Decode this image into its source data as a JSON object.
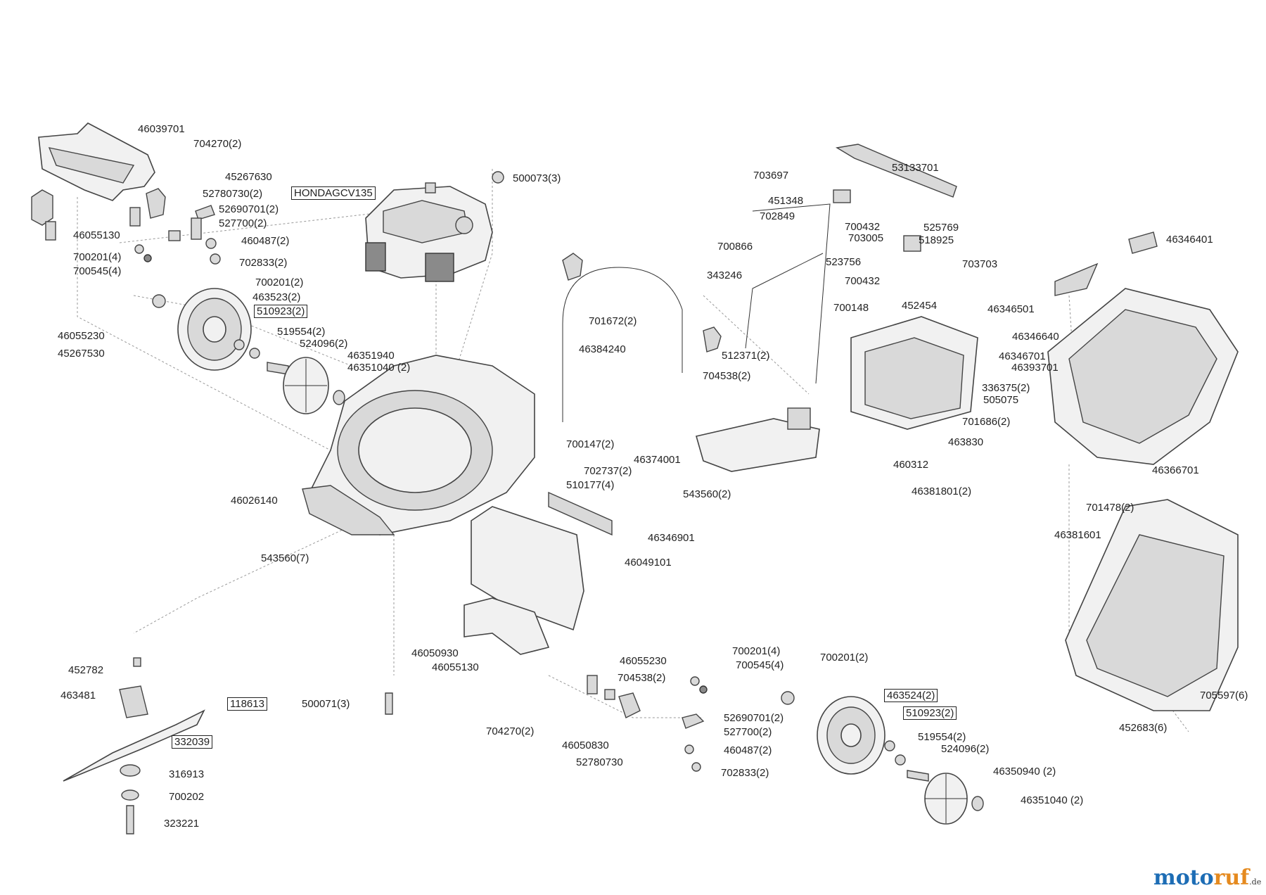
{
  "labels": {
    "p46039701": "46039701",
    "p704270_2a": "704270(2)",
    "p45267630": "45267630",
    "p52780730_2": "52780730(2)",
    "engine": "HONDAGCV135",
    "p52690701_2a": "52690701(2)",
    "p527700_2a": "527700(2)",
    "p46055130a": "46055130",
    "p460487_2a": "460487(2)",
    "p700201_4a": "700201(4)",
    "p700545_4a": "700545(4)",
    "p702833_2a": "702833(2)",
    "p700201_2a": "700201(2)",
    "p463523_2": "463523(2)",
    "p510923_2a": "510923(2)",
    "p519554_2a": "519554(2)",
    "p524096_2a": "524096(2)",
    "p46351940": "46351940",
    "p46351040_2a": "46351040 (2)",
    "p46055230a": "46055230",
    "p45267530": "45267530",
    "p500073_3": "500073(3)",
    "p701672_2": "701672(2)",
    "p46384240": "46384240",
    "p512371_2": "512371(2)",
    "p704538_2a": "704538(2)",
    "p703697": "703697",
    "p451348": "451348",
    "p702849": "702849",
    "p53133701": "53133701",
    "p700432a": "700432",
    "p703005": "703005",
    "p525769": "525769",
    "p518925": "518925",
    "p700866": "700866",
    "p523756": "523756",
    "p703703": "703703",
    "p343246": "343246",
    "p700432b": "700432",
    "p700148": "700148",
    "p452454": "452454",
    "p46346401": "46346401",
    "p46346501": "46346501",
    "p46346640": "46346640",
    "p46346701": "46346701",
    "p46393701": "46393701",
    "p336375_2": "336375(2)",
    "p505075": "505075",
    "p701686_2": "701686(2)",
    "p463830": "463830",
    "p460312": "460312",
    "p46381801_2": "46381801(2)",
    "p46366701": "46366701",
    "p701478_2": "701478(2)",
    "p46381601": "46381601",
    "p700147_2": "700147(2)",
    "p702737_2": "702737(2)",
    "p510177_4": "510177(4)",
    "p46374001": "46374001",
    "p543560_2": "543560(2)",
    "p46026140": "46026140",
    "p46346901": "46346901",
    "p543560_7": "543560(7)",
    "p46049101": "46049101",
    "p46050930a": "46050930",
    "p46055130b": "46055130",
    "p452782": "452782",
    "p463481": "463481",
    "p118613": "118613",
    "p332039": "332039",
    "p316913": "316913",
    "p700202": "700202",
    "p323221": "323221",
    "p500071_3": "500071(3)",
    "p46055230b": "46055230",
    "p704538_2b": "704538(2)",
    "p700201_4b": "700201(4)",
    "p700545_4b": "700545(4)",
    "p700201_2b": "700201(2)",
    "p463524_2": "463524(2)",
    "p510923_2b": "510923(2)",
    "p704270_2b": "704270(2)",
    "p46050830": "46050830",
    "p52780730": "52780730",
    "p52690701_2b": "52690701(2)",
    "p527700_2b": "527700(2)",
    "p460487_2b": "460487(2)",
    "p702833_2b": "702833(2)",
    "p519554_2b": "519554(2)",
    "p524096_2b": "524096(2)",
    "p46350940_2": "46350940 (2)",
    "p46351040_2b": "46351040 (2)",
    "p705597_6": "705597(6)",
    "p452683_6": "452683(6)"
  },
  "watermark": {
    "part_a": "moto",
    "part_b": "ruf",
    "part_c": ".de"
  }
}
